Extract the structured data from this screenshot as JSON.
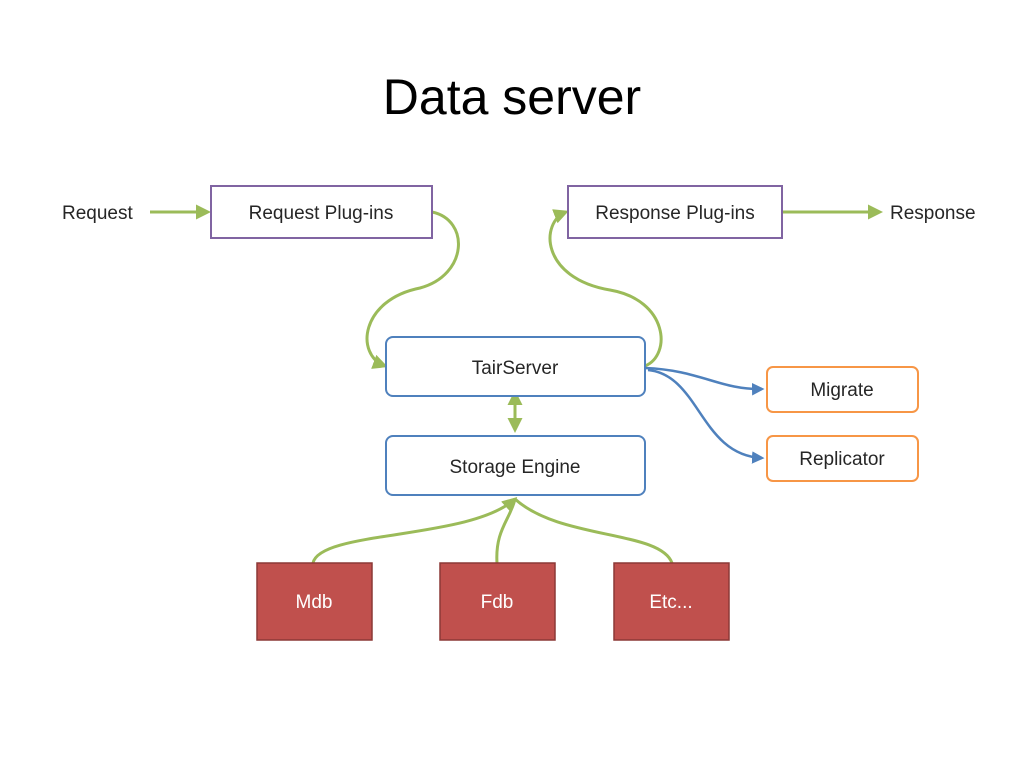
{
  "title": "Data server",
  "diagram": {
    "inputs": {
      "request": "Request",
      "response": "Response"
    },
    "boxes": {
      "request_plugins": "Request Plug-ins",
      "response_plugins": "Response Plug-ins",
      "tair_server": "TairServer",
      "storage_engine": "Storage Engine",
      "migrate": "Migrate",
      "replicator": "Replicator",
      "mdb": "Mdb",
      "fdb": "Fdb",
      "etc": "Etc..."
    },
    "colors": {
      "green_arrow": "#9bbb59",
      "blue_arrow": "#4f81bd",
      "plugin_border": "#8064a2",
      "core_border": "#4f81bd",
      "peer_border": "#f79646",
      "storage_fill": "#c0504d",
      "storage_border": "#8c3836"
    }
  }
}
